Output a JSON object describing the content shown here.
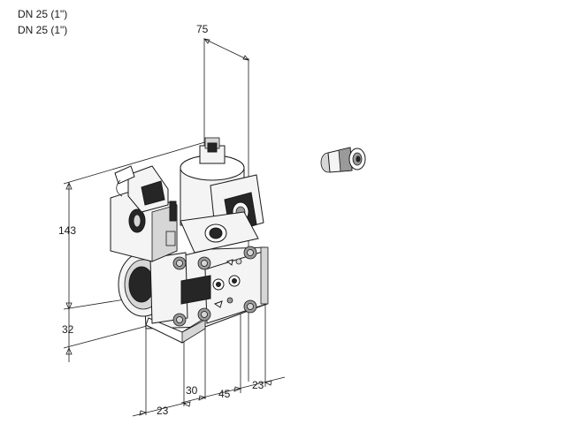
{
  "header": {
    "line1": "DN 25 (1\")",
    "line2": "DN 25 (1\")"
  },
  "dimensions": {
    "top_width": "75",
    "height_main": "143",
    "height_lower": "32",
    "bottom_left": "23",
    "bottom_30": "30",
    "bottom_45": "45",
    "bottom_right": "23"
  },
  "colors": {
    "line": "#1a1a1a",
    "body_fill": "#f4f4f4",
    "dark_part": "#262626",
    "mid_part": "#9a9a9a"
  }
}
